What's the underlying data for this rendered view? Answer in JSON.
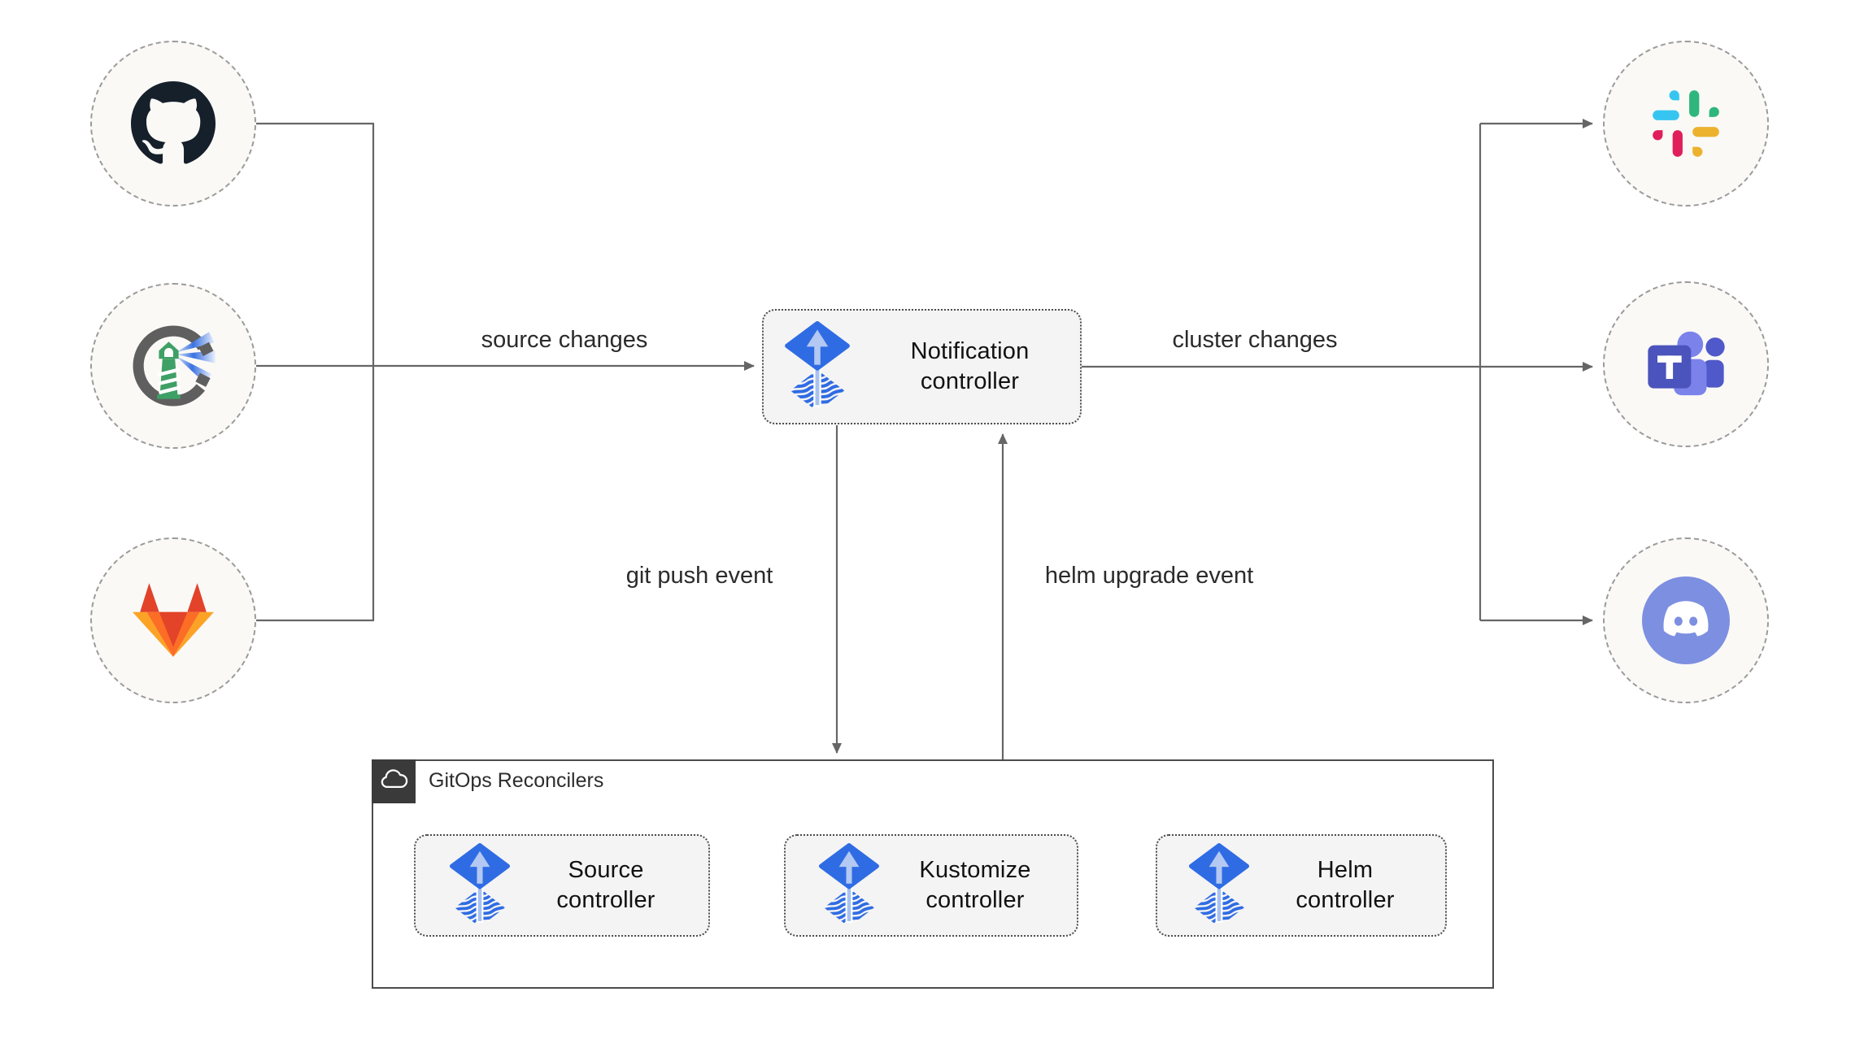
{
  "diagram": {
    "kind": "flux-notification-controller-architecture",
    "edge_labels": {
      "source_changes": "source changes",
      "cluster_changes": "cluster changes",
      "git_push_event": "git push event",
      "helm_upgrade_event": "helm upgrade event"
    },
    "nodes": {
      "notification": {
        "label": "Notification controller"
      },
      "source": {
        "label": "Source controller"
      },
      "kustomize": {
        "label": "Kustomize controller"
      },
      "helm": {
        "label": "Helm controller"
      }
    },
    "group": {
      "label": "GitOps Reconcilers",
      "icon": "cloud-icon"
    },
    "sources": [
      {
        "name": "github",
        "icon": "github-icon"
      },
      {
        "name": "harbor",
        "icon": "harbor-icon"
      },
      {
        "name": "gitlab",
        "icon": "gitlab-icon"
      }
    ],
    "destinations": [
      {
        "name": "slack",
        "icon": "slack-icon"
      },
      {
        "name": "teams",
        "icon": "teams-icon"
      },
      {
        "name": "discord",
        "icon": "discord-icon"
      }
    ],
    "colors": {
      "line": "#666666",
      "text": "#1f1f1f",
      "node_fill": "#f4f4f4",
      "node_border": "#4c4c4c",
      "circle_fill": "#faf9f6",
      "circle_border": "#9b9b9b",
      "group_border": "#4c4c4c",
      "badge_bg": "#3a3a3a",
      "flux_blue": "#2f6ce4",
      "flux_arrow_light": "#b3c8f2",
      "github": "#15202b",
      "gitlab_red": "#e24329",
      "gitlab_orange": "#fc6d26",
      "gitlab_yellow": "#fca326",
      "slack_blue": "#36C5F0",
      "slack_green": "#2EB67D",
      "slack_yellow": "#ECB22E",
      "slack_red": "#E01E5A",
      "teams_purple": "#4b53bc",
      "teams_light": "#7b83eb",
      "teams_mid": "#5059c9",
      "discord_blurple": "#7d8fe0",
      "harbor_green": "#3fa065",
      "harbor_gray": "#5f5f5f",
      "harbor_beam": "#3a72e2"
    }
  }
}
